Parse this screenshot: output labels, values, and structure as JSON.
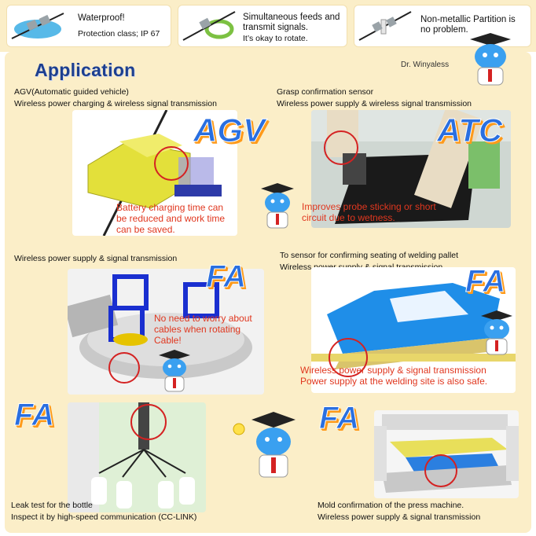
{
  "features": [
    {
      "title": "Waterproof!",
      "subtitle": "Protection class; IP 67"
    },
    {
      "title": "Simultaneous feeds and transmit signals.",
      "subtitle": "It’s okay to rotate."
    },
    {
      "title": "Non-metallic Partition is no problem.",
      "subtitle": ""
    }
  ],
  "application": {
    "title": "Application",
    "mascot_label": "Dr. Winyaless",
    "sections": {
      "agv": {
        "badge": "AGV",
        "caption1": "AGV(Automatic guided vehicle)",
        "caption2": "Wireless power charging & wireless signal transmission",
        "note1": "Battery charging time can",
        "note2": "be reduced and work time",
        "note3": "can be saved."
      },
      "atc": {
        "badge": "ATC",
        "caption1": "Grasp confirmation sensor",
        "caption2": "Wireless power supply & wireless signal transmission",
        "note1": "Improves probe sticking or short",
        "note2": "circuit due to wetness."
      },
      "fa_rotate": {
        "badge": "FA",
        "caption1": "Wireless power supply & signal transmission",
        "note1": "No need to worry about",
        "note2": "cables when rotating",
        "note3": "Cable!"
      },
      "fa_weld": {
        "badge": "FA",
        "caption1": "To sensor for confirming seating of welding pallet",
        "caption2": "Wireless power supply & signal transmission",
        "note1": "Wireless power supply & signal transmission",
        "note2": "Power supply at the welding site is also safe."
      },
      "fa_bottle": {
        "badge": "FA",
        "caption1": "Leak test for the bottle",
        "caption2": "Inspect it by high-speed communication (CC-LINK)"
      },
      "fa_press": {
        "badge": "FA",
        "caption1": "Mold confirmation of the press machine.",
        "caption2": "Wireless power supply & signal transmission"
      }
    }
  },
  "colors": {
    "background": "#fbeec8",
    "title": "#1d3f8f",
    "note": "#e0371f",
    "badge": "#2a6fe0",
    "badge_shadow": "#ff9a1a"
  }
}
